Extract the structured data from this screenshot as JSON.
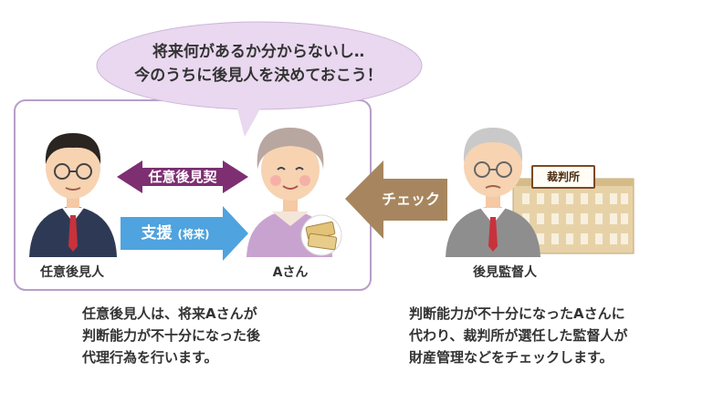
{
  "speech_bubble": {
    "line1": "将来何があるか分からないし‥",
    "line2": "今のうちに後見人を決めておこう！"
  },
  "arrows": {
    "contract": "任意後見契約",
    "support": "支援",
    "support_sub": "(将来)",
    "check": "チェック"
  },
  "people": {
    "guardian": "任意後見人",
    "person_a": "Aさん",
    "supervisor": "後見監督人"
  },
  "court_sign": "裁判所",
  "descriptions": {
    "left": "任意後見人は、将来Aさんが\n判断能力が不十分になった後\n代理行為を行います。",
    "right": "判断能力が不十分になったAさんに\n代わり、裁判所が選任した監督人が\n財産管理などをチェックします。"
  },
  "colors": {
    "frame_border": "#b79ec9",
    "bubble_fill": "#e9d8ef",
    "contract_arrow": "#7d2f72",
    "support_arrow": "#4fa3de",
    "check_arrow": "#a7865f"
  }
}
